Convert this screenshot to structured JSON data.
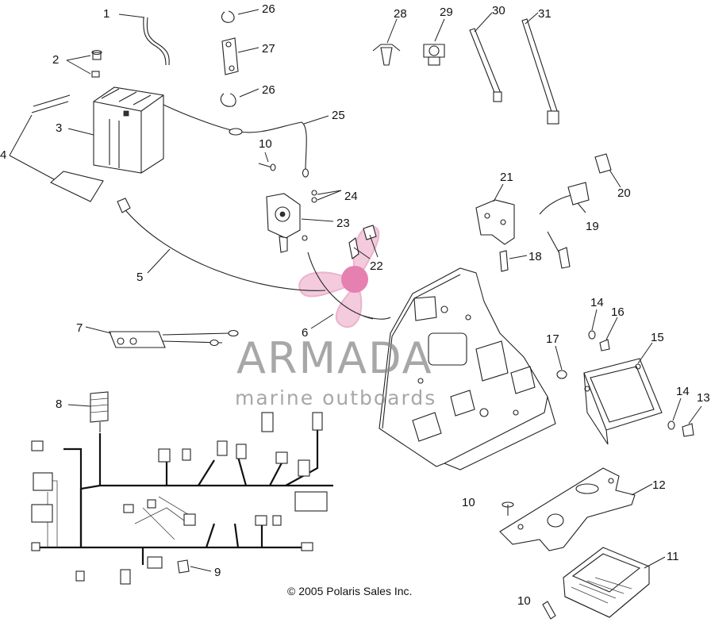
{
  "callouts": [
    {
      "id": "c1",
      "label": "1"
    },
    {
      "id": "c2",
      "label": "2"
    },
    {
      "id": "c3",
      "label": "3"
    },
    {
      "id": "c4",
      "label": "4"
    },
    {
      "id": "c5",
      "label": "5"
    },
    {
      "id": "c6",
      "label": "6"
    },
    {
      "id": "c7",
      "label": "7"
    },
    {
      "id": "c8",
      "label": "8"
    },
    {
      "id": "c9",
      "label": "9"
    },
    {
      "id": "c10a",
      "label": "10"
    },
    {
      "id": "c10b",
      "label": "10"
    },
    {
      "id": "c10c",
      "label": "10"
    },
    {
      "id": "c11",
      "label": "11"
    },
    {
      "id": "c12",
      "label": "12"
    },
    {
      "id": "c13",
      "label": "13"
    },
    {
      "id": "c14a",
      "label": "14"
    },
    {
      "id": "c14b",
      "label": "14"
    },
    {
      "id": "c15",
      "label": "15"
    },
    {
      "id": "c16",
      "label": "16"
    },
    {
      "id": "c17",
      "label": "17"
    },
    {
      "id": "c18",
      "label": "18"
    },
    {
      "id": "c19",
      "label": "19"
    },
    {
      "id": "c20",
      "label": "20"
    },
    {
      "id": "c21",
      "label": "21"
    },
    {
      "id": "c22",
      "label": "22"
    },
    {
      "id": "c23",
      "label": "23"
    },
    {
      "id": "c24",
      "label": "24"
    },
    {
      "id": "c25",
      "label": "25"
    },
    {
      "id": "c26a",
      "label": "26"
    },
    {
      "id": "c26b",
      "label": "26"
    },
    {
      "id": "c27",
      "label": "27"
    },
    {
      "id": "c28",
      "label": "28"
    },
    {
      "id": "c29",
      "label": "29"
    },
    {
      "id": "c30",
      "label": "30"
    },
    {
      "id": "c31",
      "label": "31"
    }
  ],
  "copyright": "© 2005 Polaris Sales Inc.",
  "watermark": {
    "title": "ARMADA",
    "subtitle": "marine outboards",
    "logo_color": "#e8a6c4",
    "logo_core_color": "#e26aa3"
  }
}
